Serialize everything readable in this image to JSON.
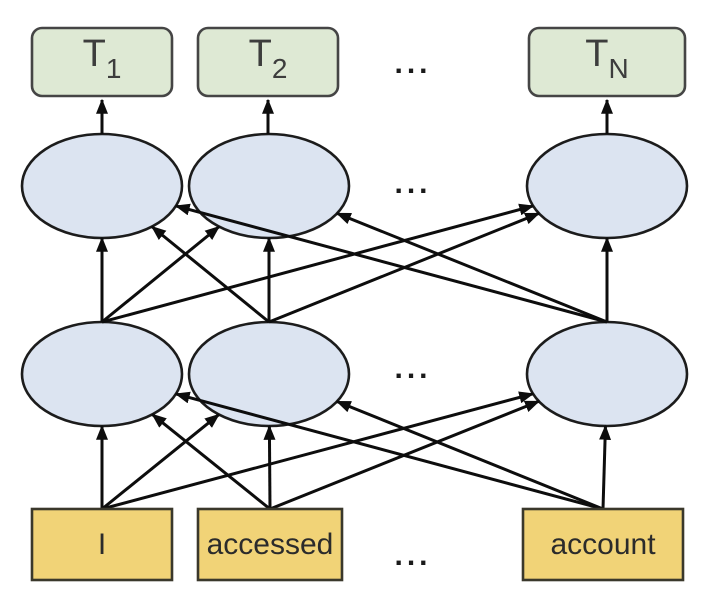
{
  "figure": {
    "ellipsis": "...",
    "outputs": [
      {
        "base": "T",
        "sub": "1"
      },
      {
        "base": "T",
        "sub": "2"
      },
      {
        "base": "T",
        "sub": "N"
      }
    ],
    "inputs": [
      "I",
      "accessed",
      "account"
    ],
    "colors": {
      "output_box_fill": "#dee9d4",
      "output_box_border": "#454545",
      "node_fill": "#dce4f1",
      "node_border": "#1c1c1c",
      "input_box_fill": "#f1d377",
      "input_box_border": "#3a382b",
      "arrow": "#0d0d0d",
      "label": "#3d3d3d"
    }
  }
}
